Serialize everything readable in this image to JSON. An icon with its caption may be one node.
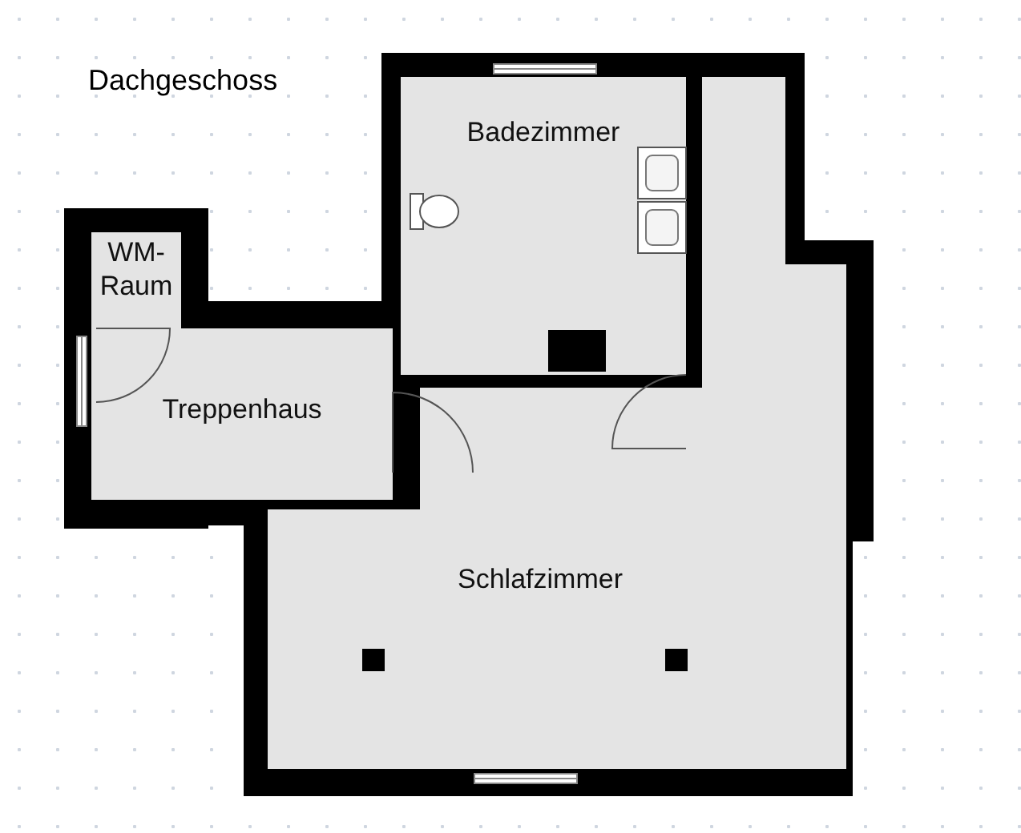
{
  "diagram": {
    "title": "Dachgeschoss",
    "nodes": [
      {
        "text": [
          "Badezimmer"
        ]
      },
      {
        "text": [
          "WM-Raum"
        ]
      },
      {
        "text": [
          "Treppenhaus"
        ]
      },
      {
        "text": [
          "Schlafzimmer"
        ]
      }
    ]
  }
}
